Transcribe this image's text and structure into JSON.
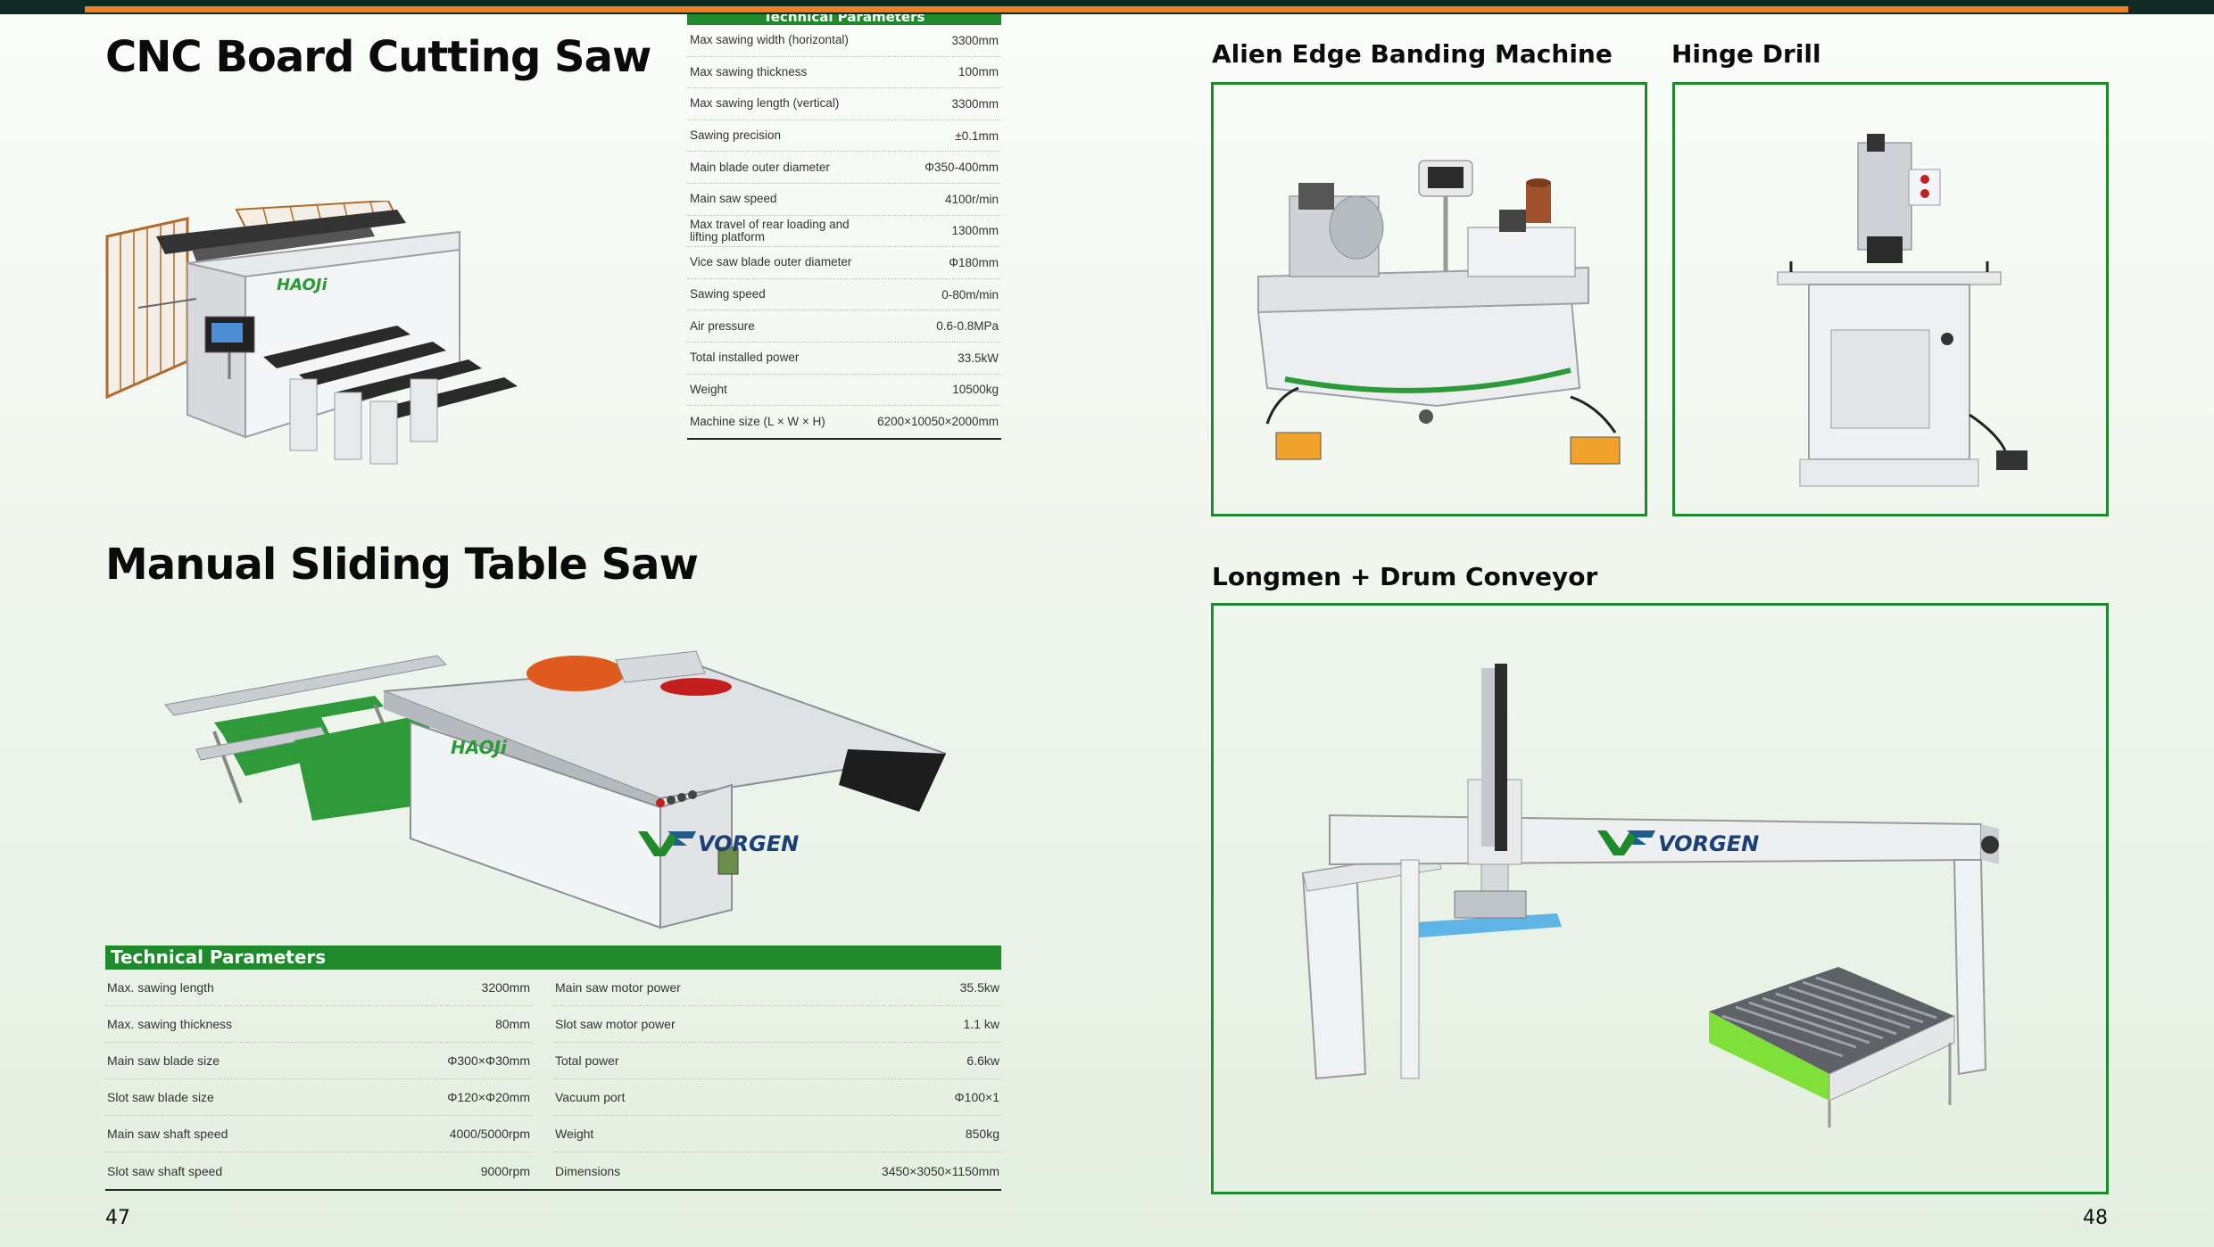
{
  "left_page": {
    "cnc": {
      "title": "CNC Board Cutting Saw",
      "specs_header": "Technical Parameters",
      "specs": [
        {
          "label": "Max sawing width (horizontal)",
          "value": "3300mm"
        },
        {
          "label": "Max sawing thickness",
          "value": "100mm"
        },
        {
          "label": "Max sawing length (vertical)",
          "value": "3300mm"
        },
        {
          "label": "Sawing precision",
          "value": "±0.1mm"
        },
        {
          "label": "Main blade outer diameter",
          "value": "Φ350-400mm"
        },
        {
          "label": "Main saw speed",
          "value": "4100r/min"
        },
        {
          "label": "Max travel of rear loading and lifting platform",
          "value": "1300mm"
        },
        {
          "label": "Vice saw blade outer diameter",
          "value": "Φ180mm"
        },
        {
          "label": "Sawing speed",
          "value": "0-80m/min"
        },
        {
          "label": "Air pressure",
          "value": "0.6-0.8MPa"
        },
        {
          "label": "Total installed power",
          "value": "33.5kW"
        },
        {
          "label": "Weight",
          "value": "10500kg"
        },
        {
          "label": "Machine size (L × W × H)",
          "value": "6200×10050×2000mm"
        }
      ],
      "machine_brand": "HAOJi"
    },
    "sliding": {
      "title": "Manual Sliding Table Saw",
      "machine_brand": "HAOJi",
      "logo_text": "VORGEN",
      "tech_header": "Technical Parameters",
      "left_params": [
        {
          "label": "Max. sawing length",
          "value": "3200mm"
        },
        {
          "label": "Max. sawing thickness",
          "value": "80mm"
        },
        {
          "label": "Main saw blade size",
          "value": "Φ300×Φ30mm"
        },
        {
          "label": "Slot saw blade size",
          "value": "Φ120×Φ20mm"
        },
        {
          "label": "Main saw shaft speed",
          "value": "4000/5000rpm"
        },
        {
          "label": "Slot saw shaft speed",
          "value": "9000rpm"
        }
      ],
      "right_params": [
        {
          "label": "Main saw motor power",
          "value": "35.5kw"
        },
        {
          "label": "Slot saw motor power",
          "value": "1.1 kw"
        },
        {
          "label": "Total power",
          "value": "6.6kw"
        },
        {
          "label": "Vacuum port",
          "value": "Φ100×1"
        },
        {
          "label": "Weight",
          "value": "850kg"
        },
        {
          "label": "Dimensions",
          "value": "3450×3050×1150mm"
        }
      ]
    },
    "page_number": "47"
  },
  "right_page": {
    "edge_banding": {
      "title": "Alien Edge Banding Machine"
    },
    "hinge_drill": {
      "title": "Hinge Drill"
    },
    "longmen": {
      "title": "Longmen + Drum Conveyor",
      "logo_text": "VORGEN"
    },
    "page_number": "48"
  },
  "colors": {
    "accent_green": "#1e8a2b",
    "accent_orange": "#f07d1e",
    "top_bar": "#0e2a22"
  }
}
